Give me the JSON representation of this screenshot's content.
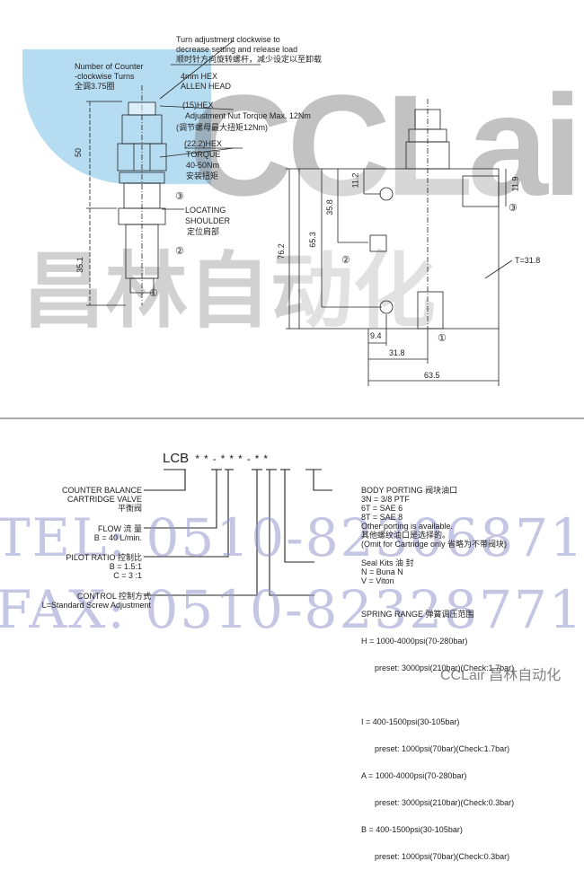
{
  "watermark": {
    "logo": "CCLair",
    "logo_cn": "昌林自动化",
    "tel": "TEL: 0510-82306871",
    "fax": "FAX: 0510-82328771",
    "footer_logo": "CCLair 昌林自动化",
    "blue": "#9fd0ee"
  },
  "drawing": {
    "note_turn": [
      "Turn adjustment clockwise to",
      "decrease setting and release load",
      "顺时针方向旋转螺杆，减少设定以至卸载"
    ],
    "note_turns": [
      "Number of Counter",
      "-clockwise Turns",
      "全调3.75圈"
    ],
    "note_hex4": [
      "4mm HEX",
      "ALLEN HEAD"
    ],
    "note_hex15": [
      "(15)HEX",
      "Adjustment Nut Torque Max. 12Nm",
      "(调节螺母最大扭矩12Nm)"
    ],
    "note_hex22": [
      "(22.2)HEX",
      "TORQUE",
      "40-50Nm",
      "安装扭矩"
    ],
    "note_shoulder": [
      "LOCATING",
      "SHOULDER",
      "定位肩部"
    ],
    "ports": [
      "①",
      "②",
      "③"
    ],
    "dims": {
      "d50": "50",
      "d35_1": "35.1",
      "d76_2": "76.2",
      "d65_3": "65.3",
      "d35_8": "35.8",
      "d11_2": "11.2",
      "d11_9": "11.9",
      "t31_8": "T=31.8",
      "d9_4": "9.4",
      "d31_8": "31.8",
      "d63_5": "63.5"
    }
  },
  "model_code": {
    "code": "LCB",
    "stars": [
      "*",
      "*",
      "-",
      "*",
      "*",
      "*",
      "-",
      "*",
      "*"
    ],
    "left": [
      {
        "lines": [
          "COUNTER BALANCE",
          "CARTRIDGE VALVE",
          "平衡阀"
        ]
      },
      {
        "lines": [
          "FLOW  流  量",
          "B = 40 L/min."
        ]
      },
      {
        "lines": [
          "PILOT RATIO  控制比",
          "B = 1.5:1",
          "C =   3 :1"
        ]
      },
      {
        "lines": [
          "CONTROL  控制方式",
          "L=Standard Screw Adjustment"
        ]
      }
    ],
    "right": [
      {
        "lines": [
          "BODY PORTING 阀块油口",
          "3N = 3/8 PTF",
          "6T = SAE 6",
          "8T = SAE 8",
          "Other porting is available.",
          "其他螺纹油口是选择的。",
          "(Omit for Cartridge only 省略为不带阀块)"
        ]
      },
      {
        "lines": [
          "Seal Kits  油   封",
          "N = Buna N",
          "V = Viton"
        ]
      },
      {
        "lines": [
          "SPRING RANGE 弹簧调压范围",
          "H = 1000-4000psi(70-280bar)",
          "      preset: 3000psi(210bar)(Check:1.7bar)",
          "",
          "I = 400-1500psi(30-105bar)",
          "      preset: 1000psi(70bar)(Check:1.7bar)",
          "A = 1000-4000psi(70-280bar)",
          "      preset: 3000psi(210bar)(Check:0.3bar)",
          "B = 400-1500psi(30-105bar)",
          "      preset: 1000psi(70bar)(Check:0.3bar)"
        ]
      }
    ]
  }
}
